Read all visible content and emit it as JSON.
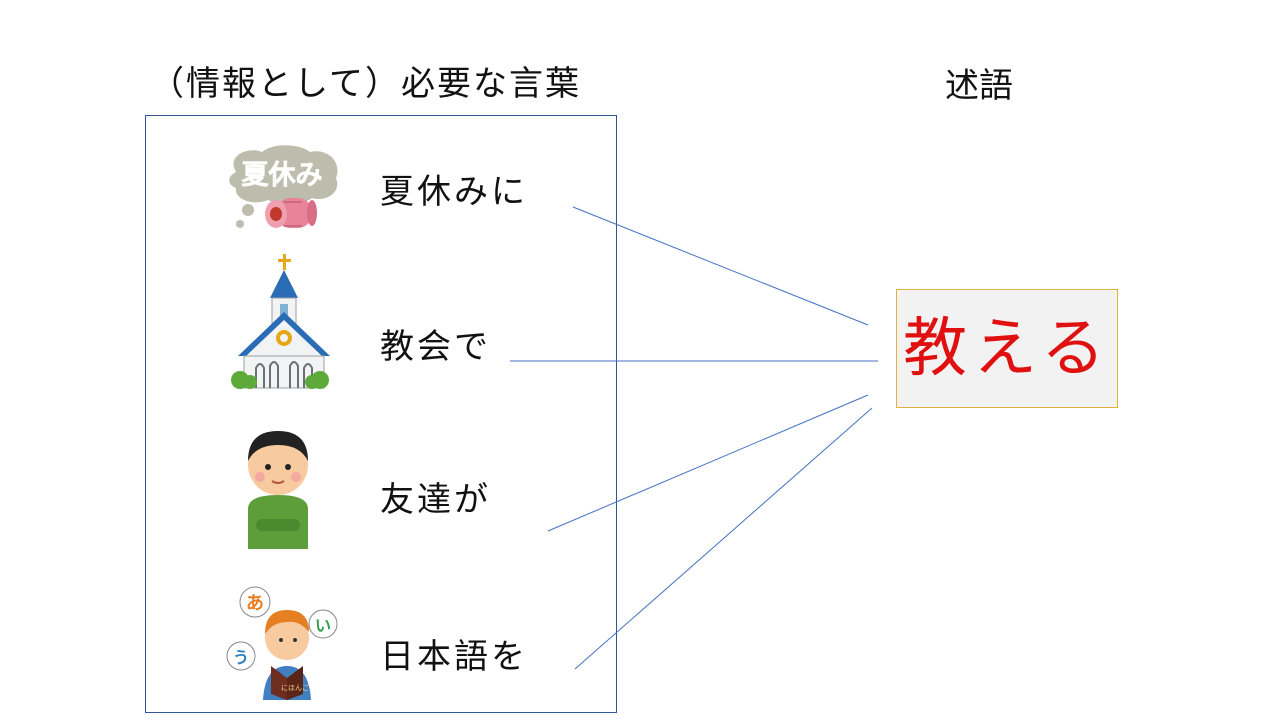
{
  "headings": {
    "left": "（情報として）必要な言葉",
    "right": "述語"
  },
  "items": [
    {
      "label": "夏休みに",
      "icon": "summer-vacation-icon",
      "icon_text": "夏休み"
    },
    {
      "label": "教会で",
      "icon": "church-icon"
    },
    {
      "label": "友達が",
      "icon": "friend-person-icon"
    },
    {
      "label": "日本語を",
      "icon": "studying-japanese-icon",
      "bubbles": [
        "あ",
        "い",
        "う"
      ],
      "book_text": "にほんご"
    }
  ],
  "predicate": {
    "label": "教える",
    "color": "#e01010",
    "bg": "#f2f2f2",
    "border": "#e3b23c"
  },
  "colors": {
    "box_border": "#2f5597",
    "connector": "#4472c4"
  }
}
